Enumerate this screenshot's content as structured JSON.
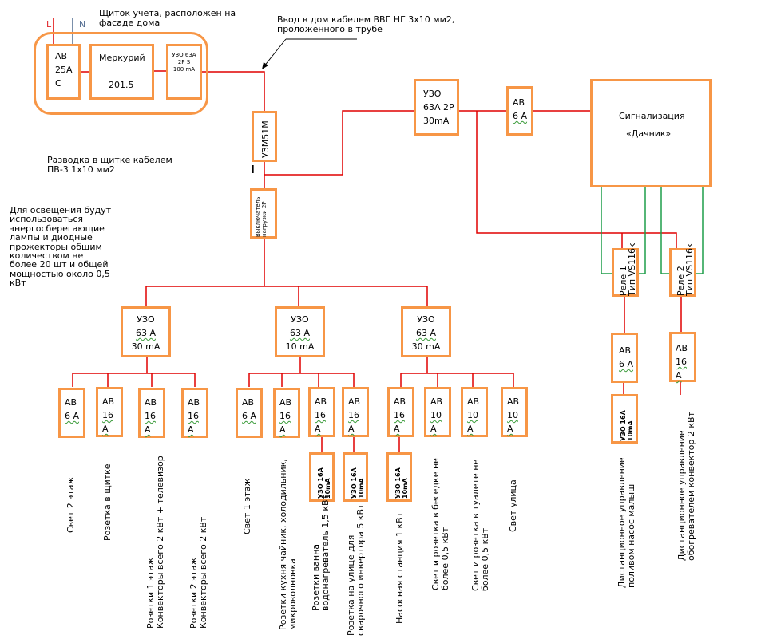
{
  "colors": {
    "box_border": "#f79646",
    "phase_wire": "#e00000",
    "signal_wire": "#1e9e4a",
    "neutral_wire": "#4f6a8f",
    "text": "#000000"
  },
  "annotations": {
    "meter_panel": "Щиток учета, расположен на фасаде дома",
    "meter_panel_line1": "Щиток учета, расположен на",
    "meter_panel_line2": "фасаде дома",
    "house_entry_line1": "Ввод в дом кабелем ВВГ НГ 3х10 мм2,",
    "house_entry_line2": "проложенного в трубе",
    "panel_wiring_line1": "Разводка в щитке кабелем",
    "panel_wiring_line2": "ПВ-3  1х10 мм2",
    "lighting_note": [
      "Для освещения будут",
      "использоваться",
      "энергосберегающие",
      "лампы и  диодные",
      "прожекторы общим",
      "количеством не",
      "более 20 шт и общей",
      "мощностью около 0,5",
      "кВт"
    ]
  },
  "inputs": {
    "phase": "L",
    "neutral": "N"
  },
  "meter_panel": {
    "breaker": [
      "АВ",
      "25А",
      "С"
    ],
    "meter": {
      "name": "Меркурий",
      "model": "201.5"
    },
    "rcd": [
      "УЗО 63А",
      "2P S",
      "100 mA"
    ]
  },
  "main": {
    "voltage_relay": "УЗМ51М",
    "load_switch_line1": "Выключатель",
    "load_switch_line2": "нагрузки 2P",
    "marker": "I",
    "alarm_rcd": [
      "УЗО",
      "63А  2Р",
      "30mA"
    ],
    "alarm_breaker": [
      "АВ",
      "6 А"
    ],
    "alarm": {
      "title": "Сигнализация",
      "name": "«Дачник»"
    }
  },
  "relays": [
    {
      "line1": "Реле 1",
      "line2": "Тип VS116k",
      "breaker": [
        "АВ",
        "6 А"
      ],
      "rcd": [
        "УЗО 16А",
        "10mA"
      ],
      "label": [
        "Дистанционное  управление",
        "поливом насос малыш"
      ]
    },
    {
      "line1": "Реле 2",
      "line2": "Тип VS116k",
      "breaker": [
        "АВ",
        "16 А"
      ],
      "label": [
        "Дистанционное  управление",
        "обогревателем  конвектор 2 кВт"
      ]
    }
  ],
  "groups": [
    {
      "rcd": [
        "УЗО",
        "63 А",
        "30 mA"
      ],
      "breakers": [
        {
          "type": "АВ",
          "rating": "6 А",
          "label": [
            "Свет     2 этаж"
          ]
        },
        {
          "type": "АВ",
          "rating": "16 А",
          "label": [
            "Розетка в щитке"
          ]
        },
        {
          "type": "АВ",
          "rating": "16 А",
          "label": [
            "Розетки     1 этаж",
            "Конвекторы  всего 2 кВт + телевизор"
          ]
        },
        {
          "type": "АВ",
          "rating": "16 А",
          "label": [
            "Розетки     2 этаж",
            "Конвекторы  всего 2 кВт"
          ]
        }
      ]
    },
    {
      "rcd": [
        "УЗО",
        "63 А",
        "10 mA"
      ],
      "breakers": [
        {
          "type": "АВ",
          "rating": "6 А",
          "label": [
            "Свет     1 этаж"
          ]
        },
        {
          "type": "АВ",
          "rating": "16 А",
          "label": [
            "Розетки кухня чайник, холодильник,",
            "микроволновка"
          ]
        },
        {
          "type": "АВ",
          "rating": "16 А",
          "rcd": [
            "УЗО  16А",
            "10mA"
          ],
          "label": [
            "Розетки ванна",
            "водонагреватель 1,5 кВт"
          ]
        },
        {
          "type": "АВ",
          "rating": "16 А",
          "rcd": [
            "УЗО  16А",
            "10mA"
          ],
          "label": [
            "Розетка на улице для",
            "сварочного инвертора 5 кВт"
          ]
        }
      ]
    },
    {
      "rcd": [
        "УЗО",
        "63 А",
        "30 mA"
      ],
      "breakers": [
        {
          "type": "АВ",
          "rating": "16 А",
          "rcd": [
            "УЗО  16А",
            "10mA"
          ],
          "label": [
            "Насосная станция 1 кВт"
          ]
        },
        {
          "type": "АВ",
          "rating": "10 А",
          "label": [
            "Свет  и розетка в беседке не",
            "более 0,5 кВт"
          ]
        },
        {
          "type": "АВ",
          "rating": "10 А",
          "label": [
            "Свет и розетка в туалете не",
            "более 0,5 кВт"
          ]
        },
        {
          "type": "АВ",
          "rating": "10 А",
          "label": [
            "Свет     улица"
          ]
        }
      ]
    }
  ]
}
